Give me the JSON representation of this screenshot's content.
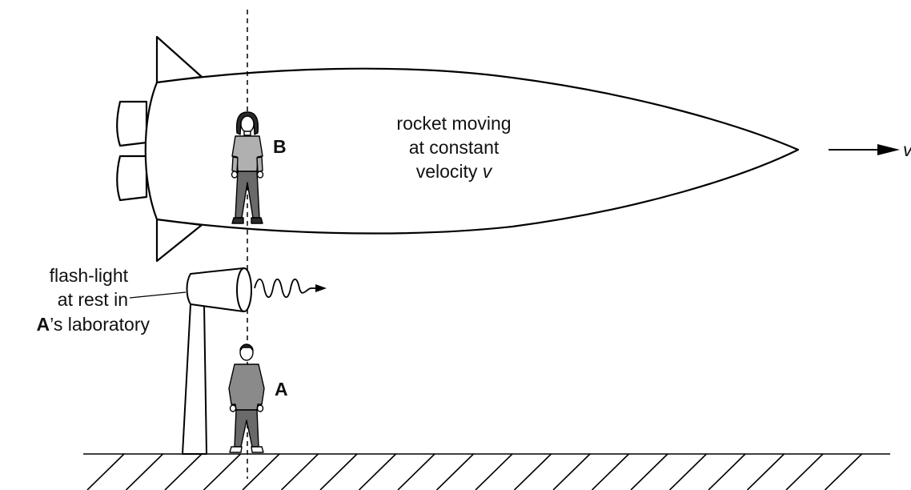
{
  "rocket": {
    "caption_line1": "rocket moving",
    "caption_line2": "at constant",
    "caption_line3_prefix": "velocity ",
    "caption_line3_var": "v"
  },
  "velocity_label": "v",
  "observer_b": {
    "label": "B"
  },
  "observer_a": {
    "label": "A"
  },
  "flashlight": {
    "caption_line1": "flash-light",
    "caption_line2": "at rest in",
    "caption_line3_bold": "A",
    "caption_line3_rest": "’s laboratory"
  },
  "colors": {
    "line": "#000000",
    "person_shirt": "#b0b0b0",
    "person_pants": "#6a6a6a",
    "person_dark": "#2a2a2a"
  }
}
